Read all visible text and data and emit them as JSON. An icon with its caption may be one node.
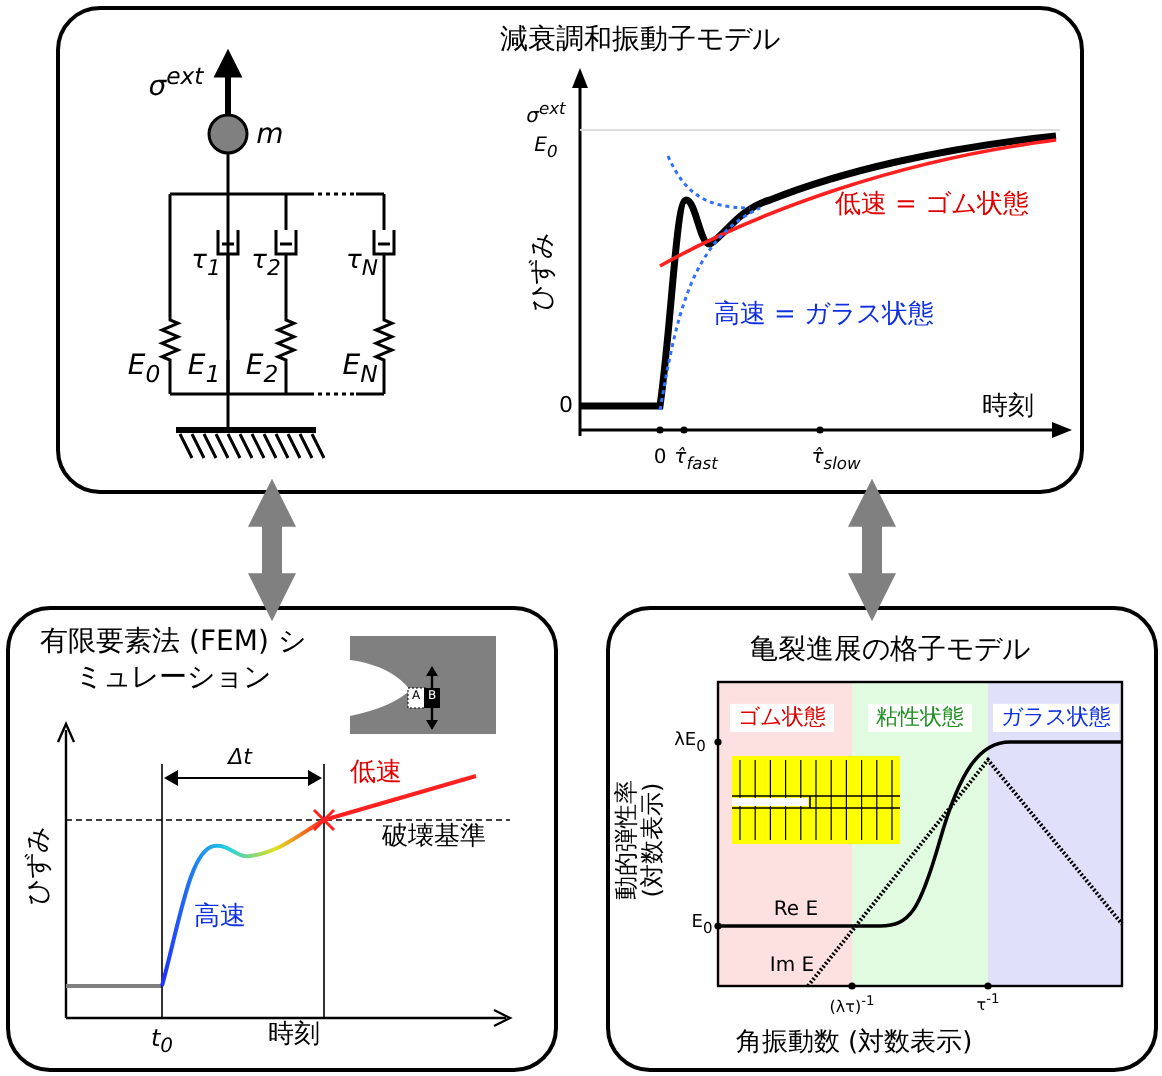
{
  "diagram": {
    "nodes": [
      {
        "text": [
          "減衰調和振動子モデル"
        ]
      },
      {
        "text": [
          "有限要素法 (FEM) シミュレーション"
        ]
      },
      {
        "text": [
          "亀裂進展の格子モデル"
        ]
      }
    ],
    "edges": [
      {
        "from": 0,
        "to": 1,
        "arrow": "both"
      },
      {
        "from": 0,
        "to": 2,
        "arrow": "both"
      }
    ],
    "labels": [
      "σ$^{ext}$",
      "m",
      "τ$_{1}$",
      "τ$_{2}$",
      "τ$_{N}$",
      "E$_{0}$",
      "E$_{1}$",
      "E$_{2}$",
      "E$_{N}$",
      "σ$^{ext}$",
      "E$_{0}$",
      "ひずみ",
      "0",
      "低速 = ゴム状態",
      "高速 = ガラス状態",
      "時刻",
      "0",
      "τ̂$_{fast}$",
      "τ̂$_{slow}$",
      "A",
      "B",
      "Δt",
      "低速",
      "破壊基準",
      "ひずみ",
      "高速",
      "t$_{0}$",
      "時刻",
      "ゴム状態",
      "粘性状態",
      "ガラス状態",
      "λE$_{0}$",
      "動的弾性率 (対数表示)",
      "Re E",
      "E$_{0}$",
      "Im E",
      "(λτ)$^{-1}$",
      "τ$^{-1}$",
      "角振動数 (対数表示)"
    ]
  }
}
